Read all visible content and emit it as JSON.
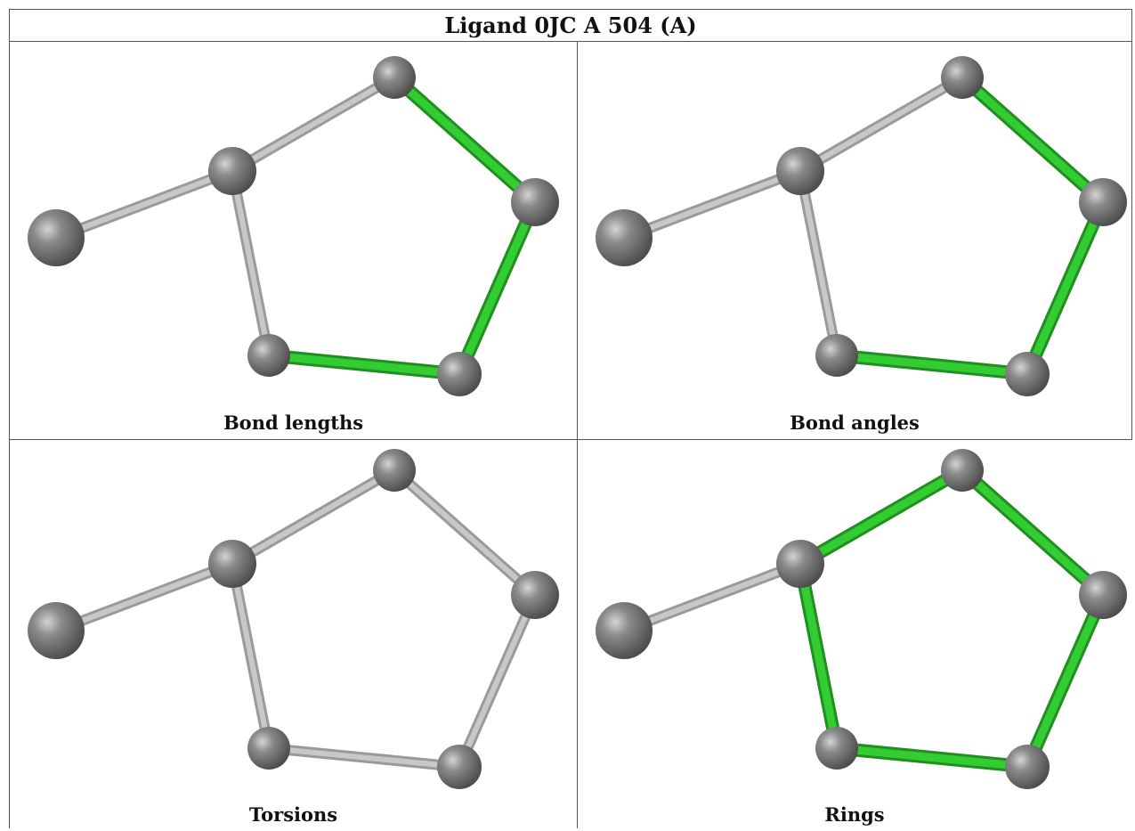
{
  "title": "Ligand 0JC A 504 (A)",
  "colors": {
    "atom": "#7a7a7a",
    "bond_default": "#c8c8c8",
    "bond_highlight": "#33cc33"
  },
  "panels": [
    {
      "caption": "Bond lengths",
      "highlighted_bonds": [
        1,
        2,
        3
      ]
    },
    {
      "caption": "Bond angles",
      "highlighted_bonds": [
        1,
        2,
        3
      ]
    },
    {
      "caption": "Torsions",
      "highlighted_bonds": []
    },
    {
      "caption": "Rings",
      "highlighted_bonds": [
        0,
        1,
        2,
        3,
        4
      ]
    }
  ]
}
